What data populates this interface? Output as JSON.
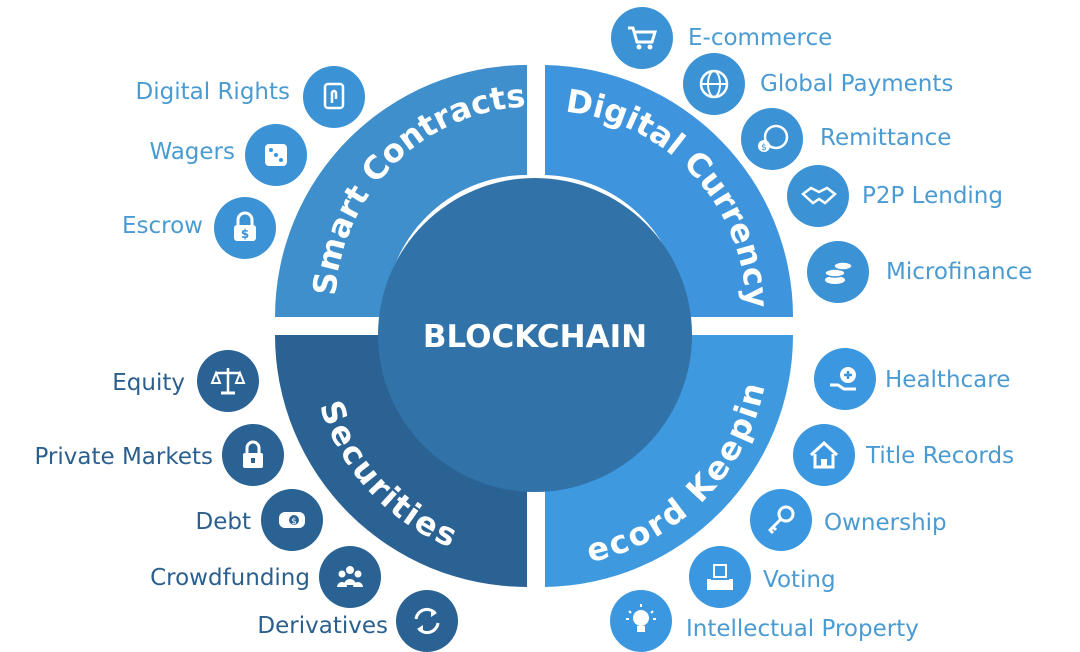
{
  "hub": {
    "title": "BLOCKCHAIN"
  },
  "colors": {
    "hub": "#3173a8",
    "smart_contracts": "#3f8fcc",
    "digital_currency": "#3f95dd",
    "securities": "#2a6294",
    "record_keeping": "#3e99df",
    "label_light": "#4b9bd3",
    "label_dark": "#2b5f8e"
  },
  "quadrants": {
    "smart_contracts": {
      "label": "Smart Contracts",
      "items": [
        {
          "label": "Digital Rights",
          "icon": "touch-phone-icon"
        },
        {
          "label": "Wagers",
          "icon": "dice-icon"
        },
        {
          "label": "Escrow",
          "icon": "dollar-lock-icon"
        }
      ]
    },
    "digital_currency": {
      "label": "Digital Currency",
      "items": [
        {
          "label": "E-commerce",
          "icon": "shopping-cart-icon"
        },
        {
          "label": "Global Payments",
          "icon": "globe-icon"
        },
        {
          "label": "Remittance",
          "icon": "globe-money-icon"
        },
        {
          "label": "P2P Lending",
          "icon": "handshake-icon"
        },
        {
          "label": "Microfinance",
          "icon": "coin-stack-icon"
        }
      ]
    },
    "securities": {
      "label": "Securities",
      "items": [
        {
          "label": "Equity",
          "icon": "scales-icon"
        },
        {
          "label": "Private Markets",
          "icon": "padlock-icon"
        },
        {
          "label": "Debt",
          "icon": "cash-hand-icon"
        },
        {
          "label": "Crowdfunding",
          "icon": "people-group-icon"
        },
        {
          "label": "Derivatives",
          "icon": "cycle-arrows-icon"
        }
      ]
    },
    "record_keeping": {
      "label": "Record Keeping",
      "items": [
        {
          "label": "Healthcare",
          "icon": "medical-hand-icon"
        },
        {
          "label": "Title Records",
          "icon": "house-icon"
        },
        {
          "label": "Ownership",
          "icon": "key-icon"
        },
        {
          "label": "Voting",
          "icon": "ballot-box-icon"
        },
        {
          "label": "Intellectual Property",
          "icon": "lightbulb-icon"
        }
      ]
    }
  }
}
